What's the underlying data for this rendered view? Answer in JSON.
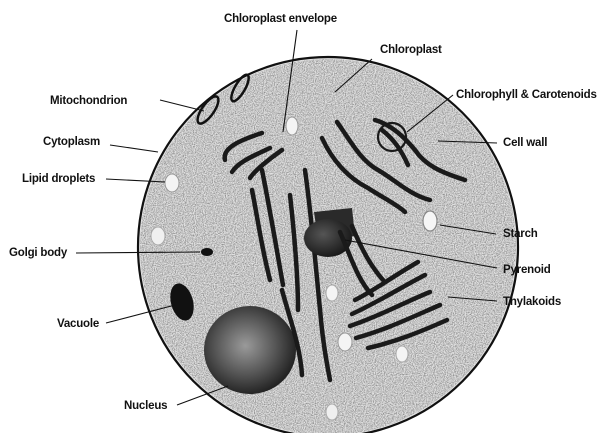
{
  "labels": {
    "chloroplast_envelope": "Chloroplast envelope",
    "chloroplast": "Chloroplast",
    "mitochondrion": "Mitochondrion",
    "chlorophyll_carotenoids": "Chlorophyll & Carotenoids",
    "cytoplasm": "Cytoplasm",
    "cell_wall": "Cell wall",
    "lipid_droplets": "Lipid droplets",
    "starch": "Starch",
    "golgi_body": "Golgi body",
    "pyrenoid": "Pyrenoid",
    "thylakoids": "Thylakoids",
    "vacuole": "Vacuole",
    "nucleus": "Nucleus"
  },
  "colors": {
    "cell_fill": "#dcdcdc",
    "outline": "#111111",
    "thylakoid": "#1a1a1a",
    "nucleus_light": "#8a8a8a",
    "nucleus_dark": "#1a1a1a"
  }
}
